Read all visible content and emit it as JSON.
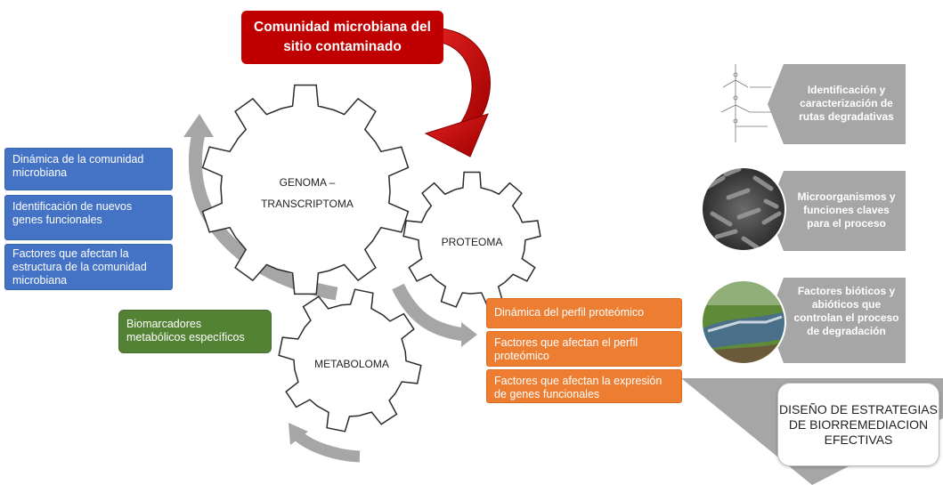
{
  "top_box": "Comunidad  microbiana del sitio contaminado",
  "gears": {
    "genoma": "GENOMA – TRANSCRIPTOMA",
    "proteoma": "PROTEOMA",
    "metaboloma": "METABOLOMA"
  },
  "blue_boxes": [
    "Dinámica de la comunidad microbiana",
    "Identificación de nuevos genes funcionales",
    "Factores que afectan la estructura de la comunidad microbiana"
  ],
  "green_box": "Biomarcadores metabólicos específicos",
  "orange_boxes": [
    "Dinámica del perfil proteómico",
    "Factores que afectan el perfil proteómico",
    "Factores que afectan la expresión de genes funcionales"
  ],
  "right_panels": [
    {
      "text": "Identificación y caracterización de rutas degradativas",
      "image": "pathway-diagram"
    },
    {
      "text": "Microorganismos y funciones claves para el proceso",
      "image": "microscopy-image"
    },
    {
      "text": "Factores bióticos y abióticos que controlan el proceso de degradación",
      "image": "contaminated-site-photo"
    }
  ],
  "final_box": "DISEÑO DE ESTRATEGIAS DE BIORREMEDIACION EFECTIVAS",
  "colors": {
    "red": "#c00000",
    "blue": "#4472c4",
    "orange": "#ed7d31",
    "green": "#548235",
    "gray": "#a6a6a6"
  }
}
